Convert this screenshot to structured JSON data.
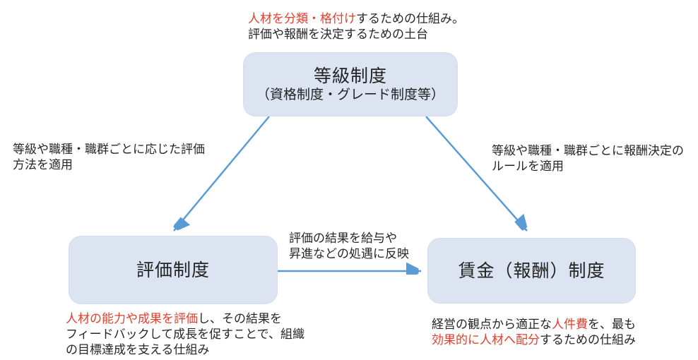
{
  "colors": {
    "box_fill": "#dce4f2",
    "arrow_blue": "#5b9bd5",
    "accent_red": "#e63e2d",
    "text_black": "#262626"
  },
  "top_note": {
    "line1_red": "人材を分類・格付け",
    "line1_black": "するための仕組み。",
    "line2": "評価や報酬を決定するための土台"
  },
  "boxes": {
    "grade": {
      "title": "等級制度",
      "subtitle": "（資格制度・グレード制度等）"
    },
    "evaluation": {
      "title": "評価制度"
    },
    "wage": {
      "title": "賃金（報酬）制度"
    }
  },
  "edge_labels": {
    "grade_to_evaluation": {
      "line1": "等級や職種・職群ごとに応じた評価",
      "line2": "方法を適用"
    },
    "grade_to_wage": {
      "line1": "等級や職種・職群ごとに報酬決定の",
      "line2": "ルールを適用"
    },
    "evaluation_to_wage": {
      "line1": "評価の結果を給与や",
      "line2": "昇進などの処遇に反映"
    }
  },
  "notes": {
    "evaluation": {
      "line1_red": "人材の能力や成果を評価",
      "line1_black": "し、その結果を",
      "line2": "フィードバックして成長を促すことで、組織",
      "line3": "の目標達成を支える仕組み"
    },
    "wage": {
      "line1_black1": "経営の観点から適正な",
      "line1_red": "人件費",
      "line1_black2": "を、最も",
      "line2_red": "効果的に人材へ配分",
      "line2_black": "するための仕組み"
    }
  }
}
